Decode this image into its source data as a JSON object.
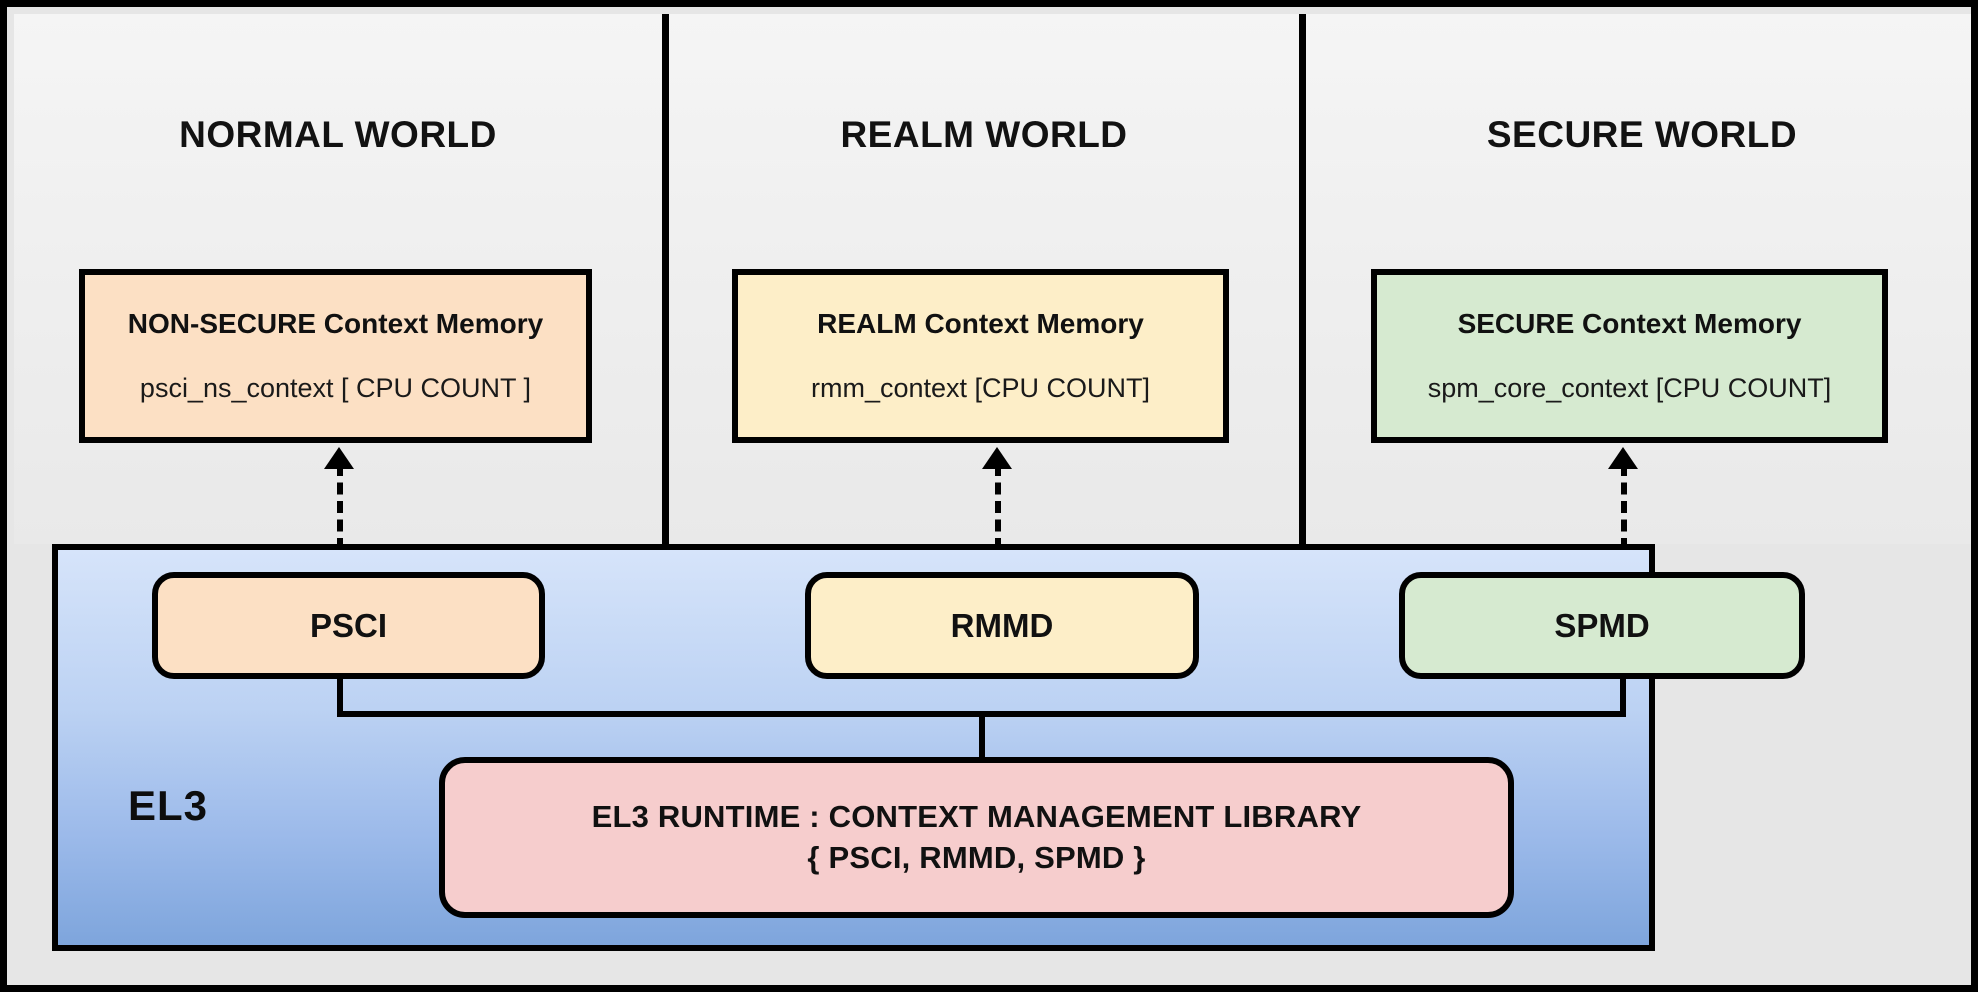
{
  "diagram": {
    "worlds": [
      {
        "title": "NORMAL WORLD",
        "context_box": {
          "title": "NON-SECURE Context Memory",
          "subtitle": "psci_ns_context  [ CPU COUNT ]",
          "color": "#fce0c4"
        },
        "dispatcher": {
          "label": "PSCI",
          "color": "#fce0c4"
        }
      },
      {
        "title": "REALM WORLD",
        "context_box": {
          "title": "REALM Context Memory",
          "subtitle": "rmm_context [CPU COUNT]",
          "color": "#fdeec8"
        },
        "dispatcher": {
          "label": "RMMD",
          "color": "#fdeec8"
        }
      },
      {
        "title": "SECURE WORLD",
        "context_box": {
          "title": "SECURE Context Memory",
          "subtitle": "spm_core_context  [CPU COUNT]",
          "color": "#d6ead0"
        },
        "dispatcher": {
          "label": "SPMD",
          "color": "#d6ead0"
        }
      }
    ],
    "el3": {
      "label": "EL3",
      "panel_color_top": "#d6e4fa",
      "panel_color_bottom": "#7ea5dc",
      "runtime_box": {
        "line1": "EL3 RUNTIME : CONTEXT MANAGEMENT LIBRARY",
        "line2": "{ PSCI, RMMD, SPMD }",
        "color": "#f6cdcd"
      }
    },
    "connectors": {
      "arrow_style": "dashed-bidirectional",
      "bus_style": "solid-orthogonal"
    }
  }
}
